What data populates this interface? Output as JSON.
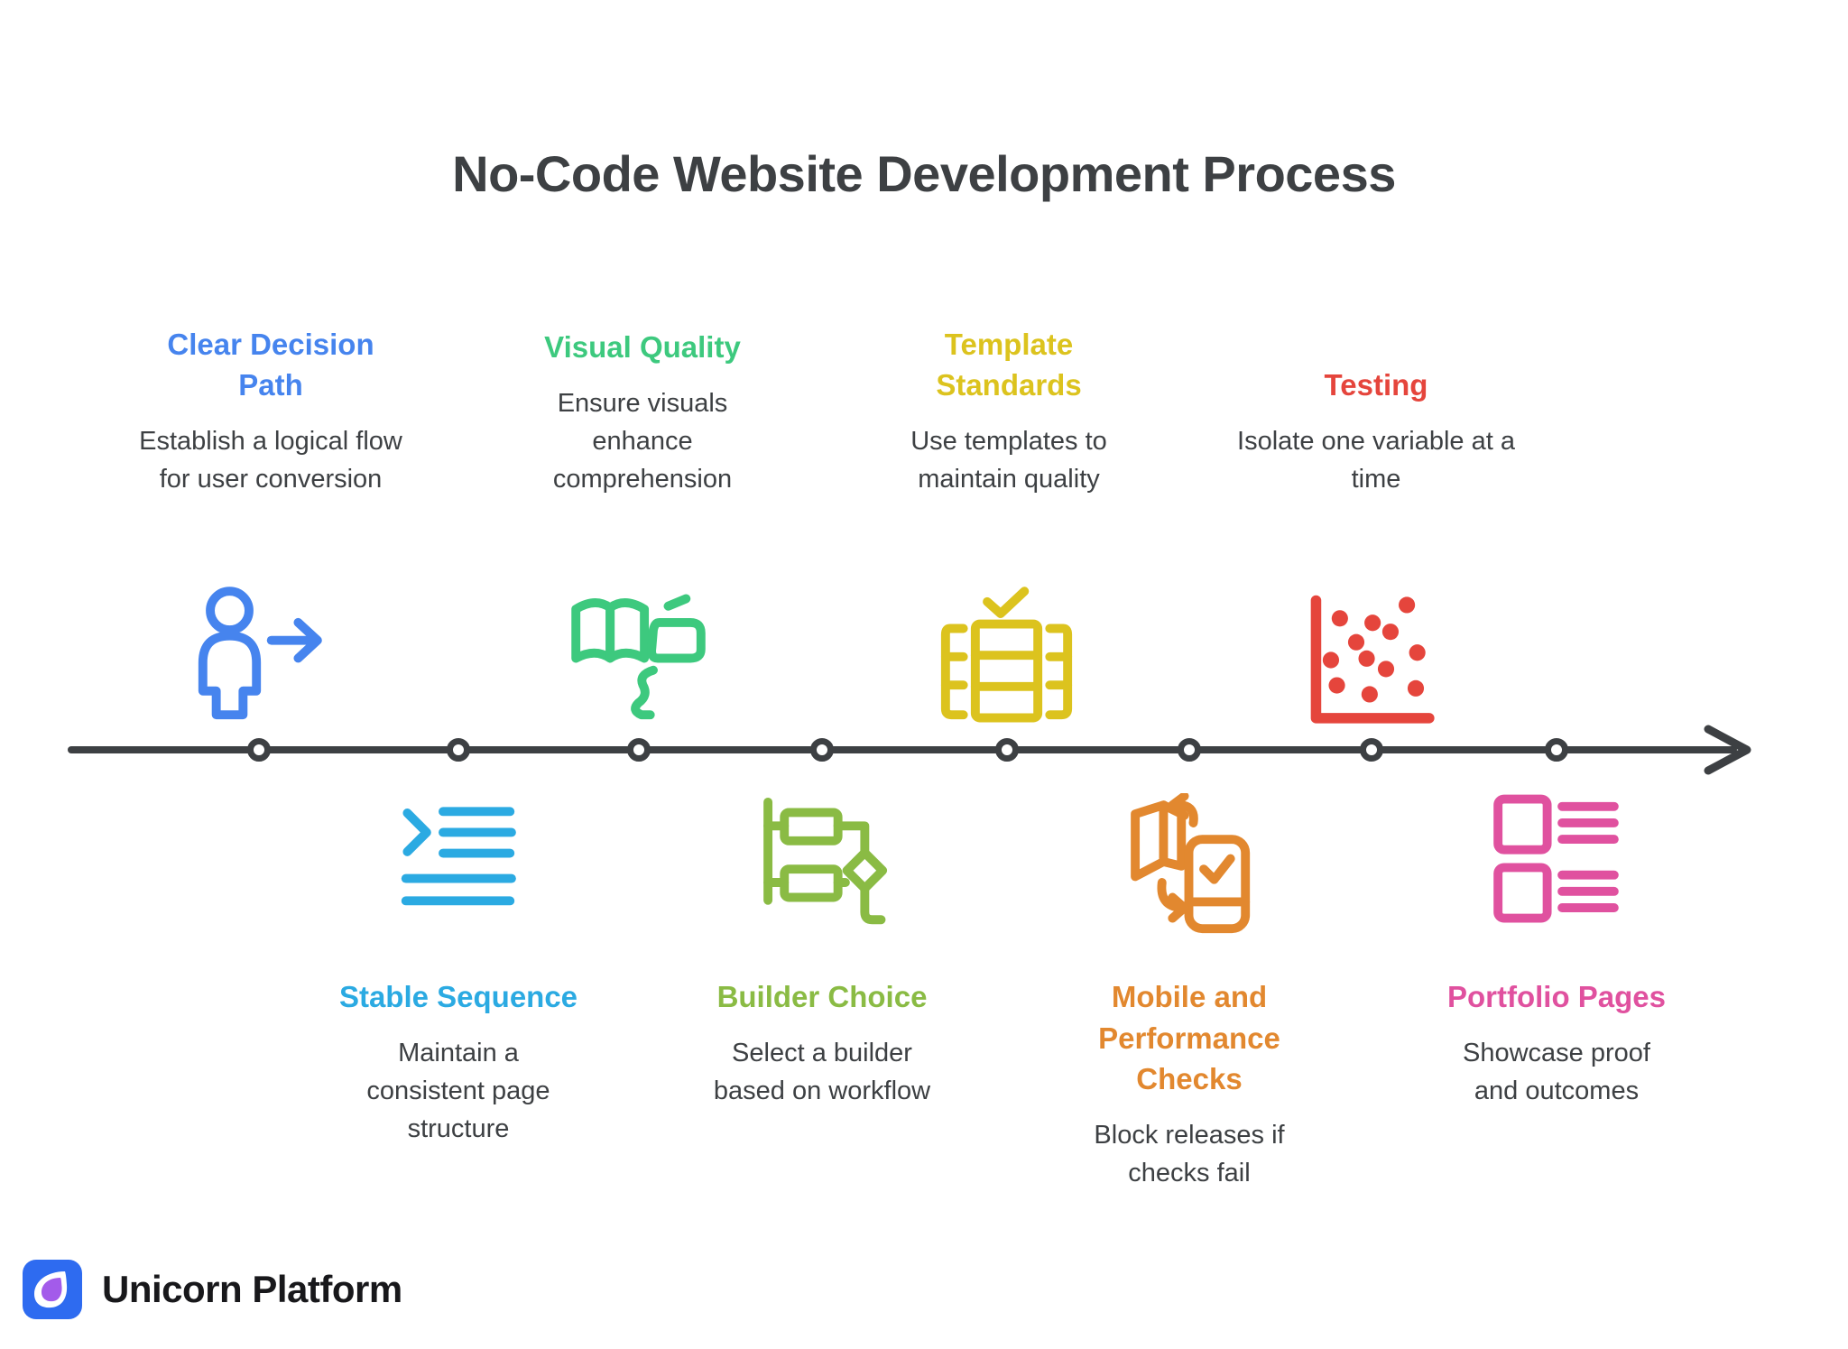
{
  "title": "No-Code Website Development Process",
  "steps": [
    {
      "title": "Clear Decision Path",
      "description": "Establish a logical flow for user conversion",
      "color": "#4684EE",
      "icon": "person-arrow-icon",
      "side": "top"
    },
    {
      "title": "Stable Sequence",
      "description": "Maintain a consistent page structure",
      "color": "#2BAAE2",
      "icon": "indented-list-icon",
      "side": "bottom"
    },
    {
      "title": "Visual Quality",
      "description": "Ensure visuals enhance comprehension",
      "color": "#3DC97E",
      "icon": "book-annotation-icon",
      "side": "top"
    },
    {
      "title": "Builder Choice",
      "description": "Select a builder based on workflow",
      "color": "#8ABB44",
      "icon": "workflow-diamond-icon",
      "side": "bottom"
    },
    {
      "title": "Template Standards",
      "description": "Use templates to maintain quality",
      "color": "#DCC31E",
      "icon": "template-check-icon",
      "side": "top"
    },
    {
      "title": "Mobile and Performance Checks",
      "description": "Block releases if checks fail",
      "color": "#E2882F",
      "icon": "device-sync-check-icon",
      "side": "bottom"
    },
    {
      "title": "Testing",
      "description": "Isolate one variable at a time",
      "color": "#E5453C",
      "icon": "scatter-plot-icon",
      "side": "top"
    },
    {
      "title": "Portfolio Pages",
      "description": "Showcase proof and outcomes",
      "color": "#E0519F",
      "icon": "cards-list-icon",
      "side": "bottom"
    }
  ],
  "timeline": {
    "color": "#3D4043",
    "node_count": 8,
    "direction": "right"
  },
  "footer": {
    "brand": "Unicorn Platform",
    "logo_square_color": "#2E6BF0",
    "logo_drop_color": "#A35BEA"
  }
}
